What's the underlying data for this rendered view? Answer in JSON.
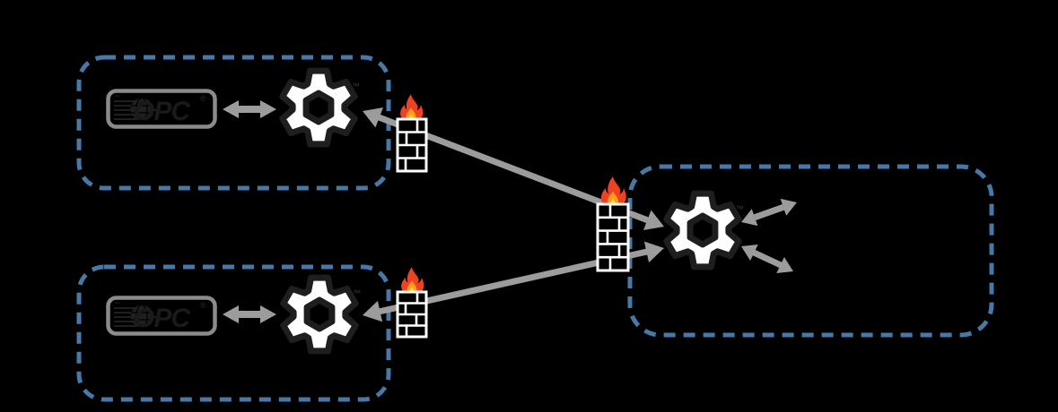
{
  "page": {
    "background": "#000000",
    "description": "OPC tunnelling architecture diagram: two local OPC zones connect through firewalls to a central gateway gear in a remote zone"
  },
  "labels": {
    "opc_logo_text": "OPC",
    "registered_mark": "®",
    "trademark_mark": "™"
  },
  "colors": {
    "background": "#000000",
    "zone_border": "#4878a6",
    "arrow": "#9c9c9c",
    "gear_fill": "#ffffff",
    "gear_outline": "#1e1e1e",
    "logo_border": "#8b8b8b",
    "logo_ink": "#1f1f1f",
    "firewall_brick_stroke": "#ffffff",
    "flame_outer": "#ee4323",
    "flame_inner": "#ff9e1b",
    "flame_core": "#ffd84d"
  },
  "diagram": {
    "zones": [
      {
        "id": "zone-top-left",
        "border_style": "dashed rounded",
        "contains": [
          "opc-application-1",
          "tunnel-gear-1"
        ]
      },
      {
        "id": "zone-bottom-left",
        "border_style": "dashed rounded",
        "contains": [
          "opc-application-2",
          "tunnel-gear-2"
        ]
      },
      {
        "id": "zone-right",
        "border_style": "dashed rounded",
        "contains": [
          "tunnel-gear-3"
        ]
      }
    ],
    "nodes": [
      {
        "id": "opc-application-1",
        "type": "opc-logo-badge",
        "zone": "zone-top-left"
      },
      {
        "id": "tunnel-gear-1",
        "type": "gear",
        "zone": "zone-top-left"
      },
      {
        "id": "firewall-1",
        "type": "firewall-with-flame",
        "between": [
          "zone-top-left",
          "tunnel-gear-3"
        ]
      },
      {
        "id": "opc-application-2",
        "type": "opc-logo-badge",
        "zone": "zone-bottom-left"
      },
      {
        "id": "tunnel-gear-2",
        "type": "gear",
        "zone": "zone-bottom-left"
      },
      {
        "id": "firewall-2",
        "type": "firewall-with-flame",
        "between": [
          "zone-bottom-left",
          "tunnel-gear-3"
        ]
      },
      {
        "id": "firewall-center",
        "type": "firewall-with-flame",
        "between": [
          "firewall-1",
          "zone-right"
        ]
      },
      {
        "id": "tunnel-gear-3",
        "type": "gear",
        "zone": "zone-right"
      }
    ],
    "edges": [
      {
        "from": "opc-application-1",
        "to": "tunnel-gear-1",
        "style": "double-headed-arrow"
      },
      {
        "from": "opc-application-2",
        "to": "tunnel-gear-2",
        "style": "double-headed-arrow"
      },
      {
        "from": "tunnel-gear-1",
        "to": "tunnel-gear-3",
        "style": "double-headed-arrow",
        "through": [
          "firewall-1",
          "firewall-center"
        ]
      },
      {
        "from": "tunnel-gear-2",
        "to": "tunnel-gear-3",
        "style": "double-headed-arrow",
        "through": [
          "firewall-2",
          "firewall-center"
        ]
      },
      {
        "from": "tunnel-gear-3",
        "to": "external-upper-right",
        "style": "double-headed-arrow"
      },
      {
        "from": "tunnel-gear-3",
        "to": "external-lower-right",
        "style": "double-headed-arrow"
      }
    ]
  }
}
